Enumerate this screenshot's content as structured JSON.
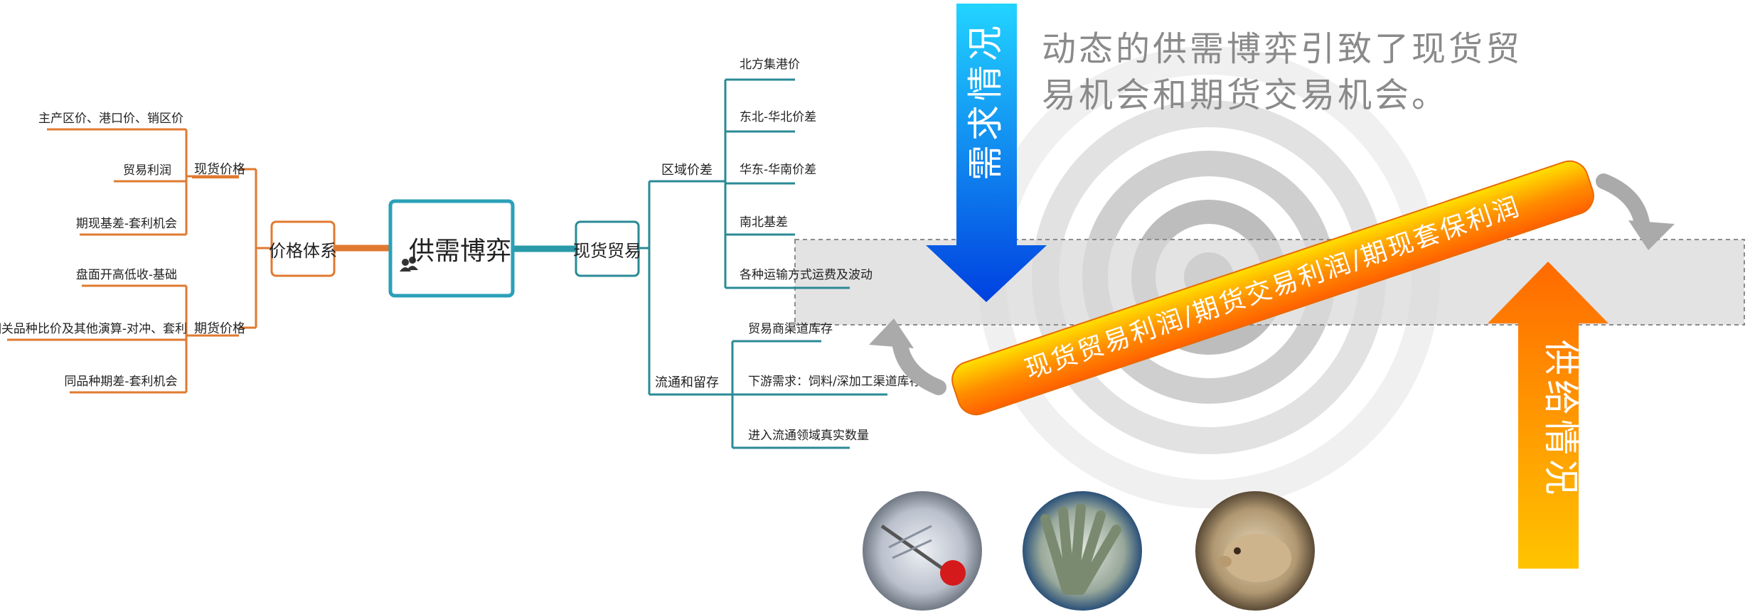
{
  "statement": {
    "line1": "动态的供需博弈引致了现货贸",
    "line2": "易机会和期货交易机会。"
  },
  "center_node": "供需博弈",
  "left_branch": {
    "root": "价格体系",
    "groups": [
      {
        "label": "现货价格",
        "items": [
          "主产区价、港口价、销区价",
          "贸易利润",
          "期现基差-套利机会"
        ]
      },
      {
        "label": "期货价格",
        "items": [
          "盘面开高低收-基础",
          "相关品种比价及其他演算-对冲、套利",
          "同品种期差-套利机会"
        ]
      }
    ]
  },
  "right_branch": {
    "root": "现货贸易",
    "groups": [
      {
        "label": "区域价差",
        "items": [
          "北方集港价",
          "东北-华北价差",
          "华东-华南价差",
          "南北基差",
          "各种运输方式运费及波动"
        ]
      },
      {
        "label": "流通和留存",
        "items": [
          "贸易商渠道库存",
          "下游需求：饲料/深加工渠道库存",
          "进入流通领域真实数量"
        ]
      }
    ]
  },
  "demand_label": "需求情况",
  "supply_label": "供给情况",
  "profit_bar": "现货贸易利润/期货交易利润/期现套保利润",
  "photos": [
    "document-pen-photo",
    "money-fan-photo",
    "piggy-bank-photo"
  ],
  "colors": {
    "left_lines": "#e07a30",
    "right_lines": "#2a8a96",
    "center_border": "#2aa0b8",
    "demand_arrow": "#0a5be8",
    "supply_arrow": "#ff7a00",
    "profit_bar": "#ff8a00"
  }
}
